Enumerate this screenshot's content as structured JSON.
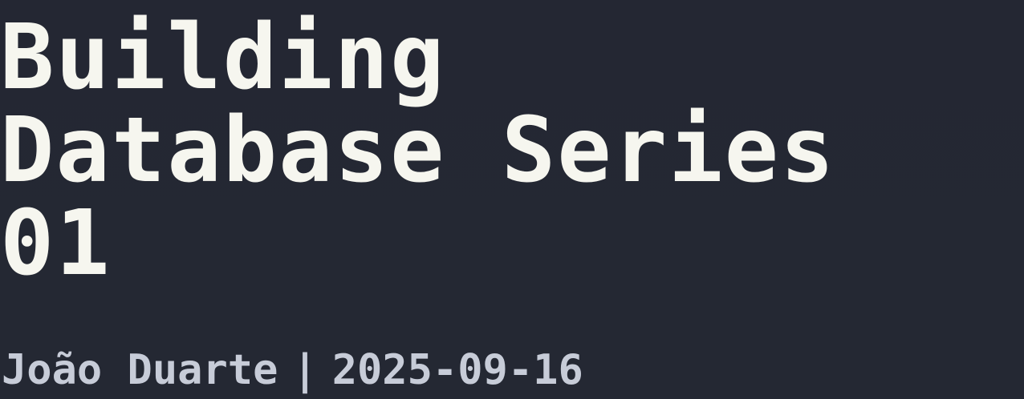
{
  "title_lines": [
    "Building",
    "Database Series",
    "01"
  ],
  "byline": {
    "author": "João Duarte",
    "separator": "|",
    "date": "2025-09-16"
  },
  "colors": {
    "background": "#242733",
    "title": "#f6f6ef",
    "byline": "#c7ccd8"
  }
}
